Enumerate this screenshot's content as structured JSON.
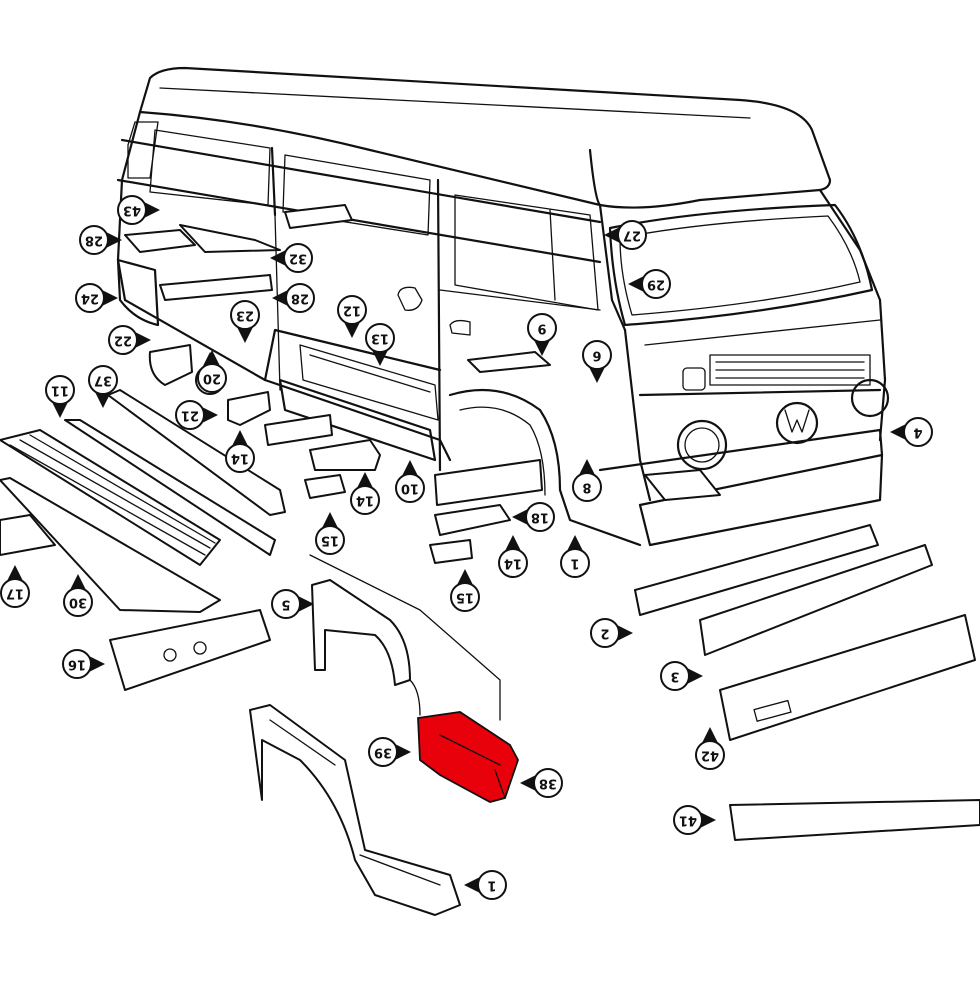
{
  "highlight_color": "#e8000b",
  "highlighted_part": "39",
  "callouts": [
    {
      "id": "c43a",
      "label": "43"
    },
    {
      "id": "c28a",
      "label": "28"
    },
    {
      "id": "c28b",
      "label": "28"
    },
    {
      "id": "c32",
      "label": "32"
    },
    {
      "id": "c24",
      "label": "24"
    },
    {
      "id": "c20a",
      "label": "20"
    },
    {
      "id": "c23",
      "label": "23"
    },
    {
      "id": "c12",
      "label": "12"
    },
    {
      "id": "c13",
      "label": "13"
    },
    {
      "id": "c22",
      "label": "22"
    },
    {
      "id": "c20b",
      "label": "20"
    },
    {
      "id": "c37",
      "label": "37"
    },
    {
      "id": "c11",
      "label": "11"
    },
    {
      "id": "c21",
      "label": "21"
    },
    {
      "id": "c14a",
      "label": "14"
    },
    {
      "id": "c10",
      "label": "10"
    },
    {
      "id": "c14b",
      "label": "14"
    },
    {
      "id": "c15a",
      "label": "15"
    },
    {
      "id": "c9",
      "label": "9"
    },
    {
      "id": "c6",
      "label": "6"
    },
    {
      "id": "c8",
      "label": "8"
    },
    {
      "id": "c18",
      "label": "18"
    },
    {
      "id": "c14c",
      "label": "14"
    },
    {
      "id": "c15b",
      "label": "15"
    },
    {
      "id": "c1a",
      "label": "1"
    },
    {
      "id": "c27",
      "label": "27"
    },
    {
      "id": "c29",
      "label": "29"
    },
    {
      "id": "c4",
      "label": "4"
    },
    {
      "id": "c2",
      "label": "2"
    },
    {
      "id": "c3",
      "label": "3"
    },
    {
      "id": "c42",
      "label": "42"
    },
    {
      "id": "c41",
      "label": "41"
    },
    {
      "id": "c5",
      "label": "5"
    },
    {
      "id": "c17",
      "label": "17"
    },
    {
      "id": "c30",
      "label": "30"
    },
    {
      "id": "c16",
      "label": "16"
    },
    {
      "id": "c39",
      "label": "39"
    },
    {
      "id": "c38",
      "label": "38"
    },
    {
      "id": "c1b",
      "label": "1"
    }
  ]
}
